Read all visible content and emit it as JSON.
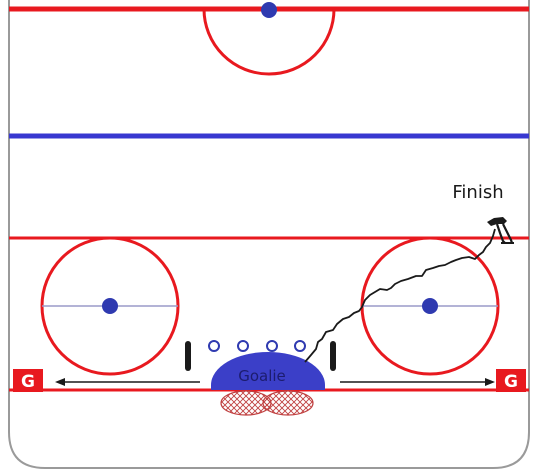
{
  "labels": {
    "finish": "Finish",
    "goalie": "Goalie",
    "gate_left": "G",
    "gate_right": "G"
  },
  "colors": {
    "red_line": "#e8191f",
    "blue_line": "#3838d0",
    "dot": "#2f3ab0",
    "goalie_fill": "#3b3fc8",
    "goalie_text": "#1c1c6e",
    "faceoff_axis": "#9a9ac8",
    "board": "#9a9a9a",
    "pylon": "#1a1a1a",
    "gate_bg": "#e8191f",
    "gate_text": "#ffffff",
    "net_hatch": "#c04040"
  },
  "counts": {
    "pucks": 4
  }
}
